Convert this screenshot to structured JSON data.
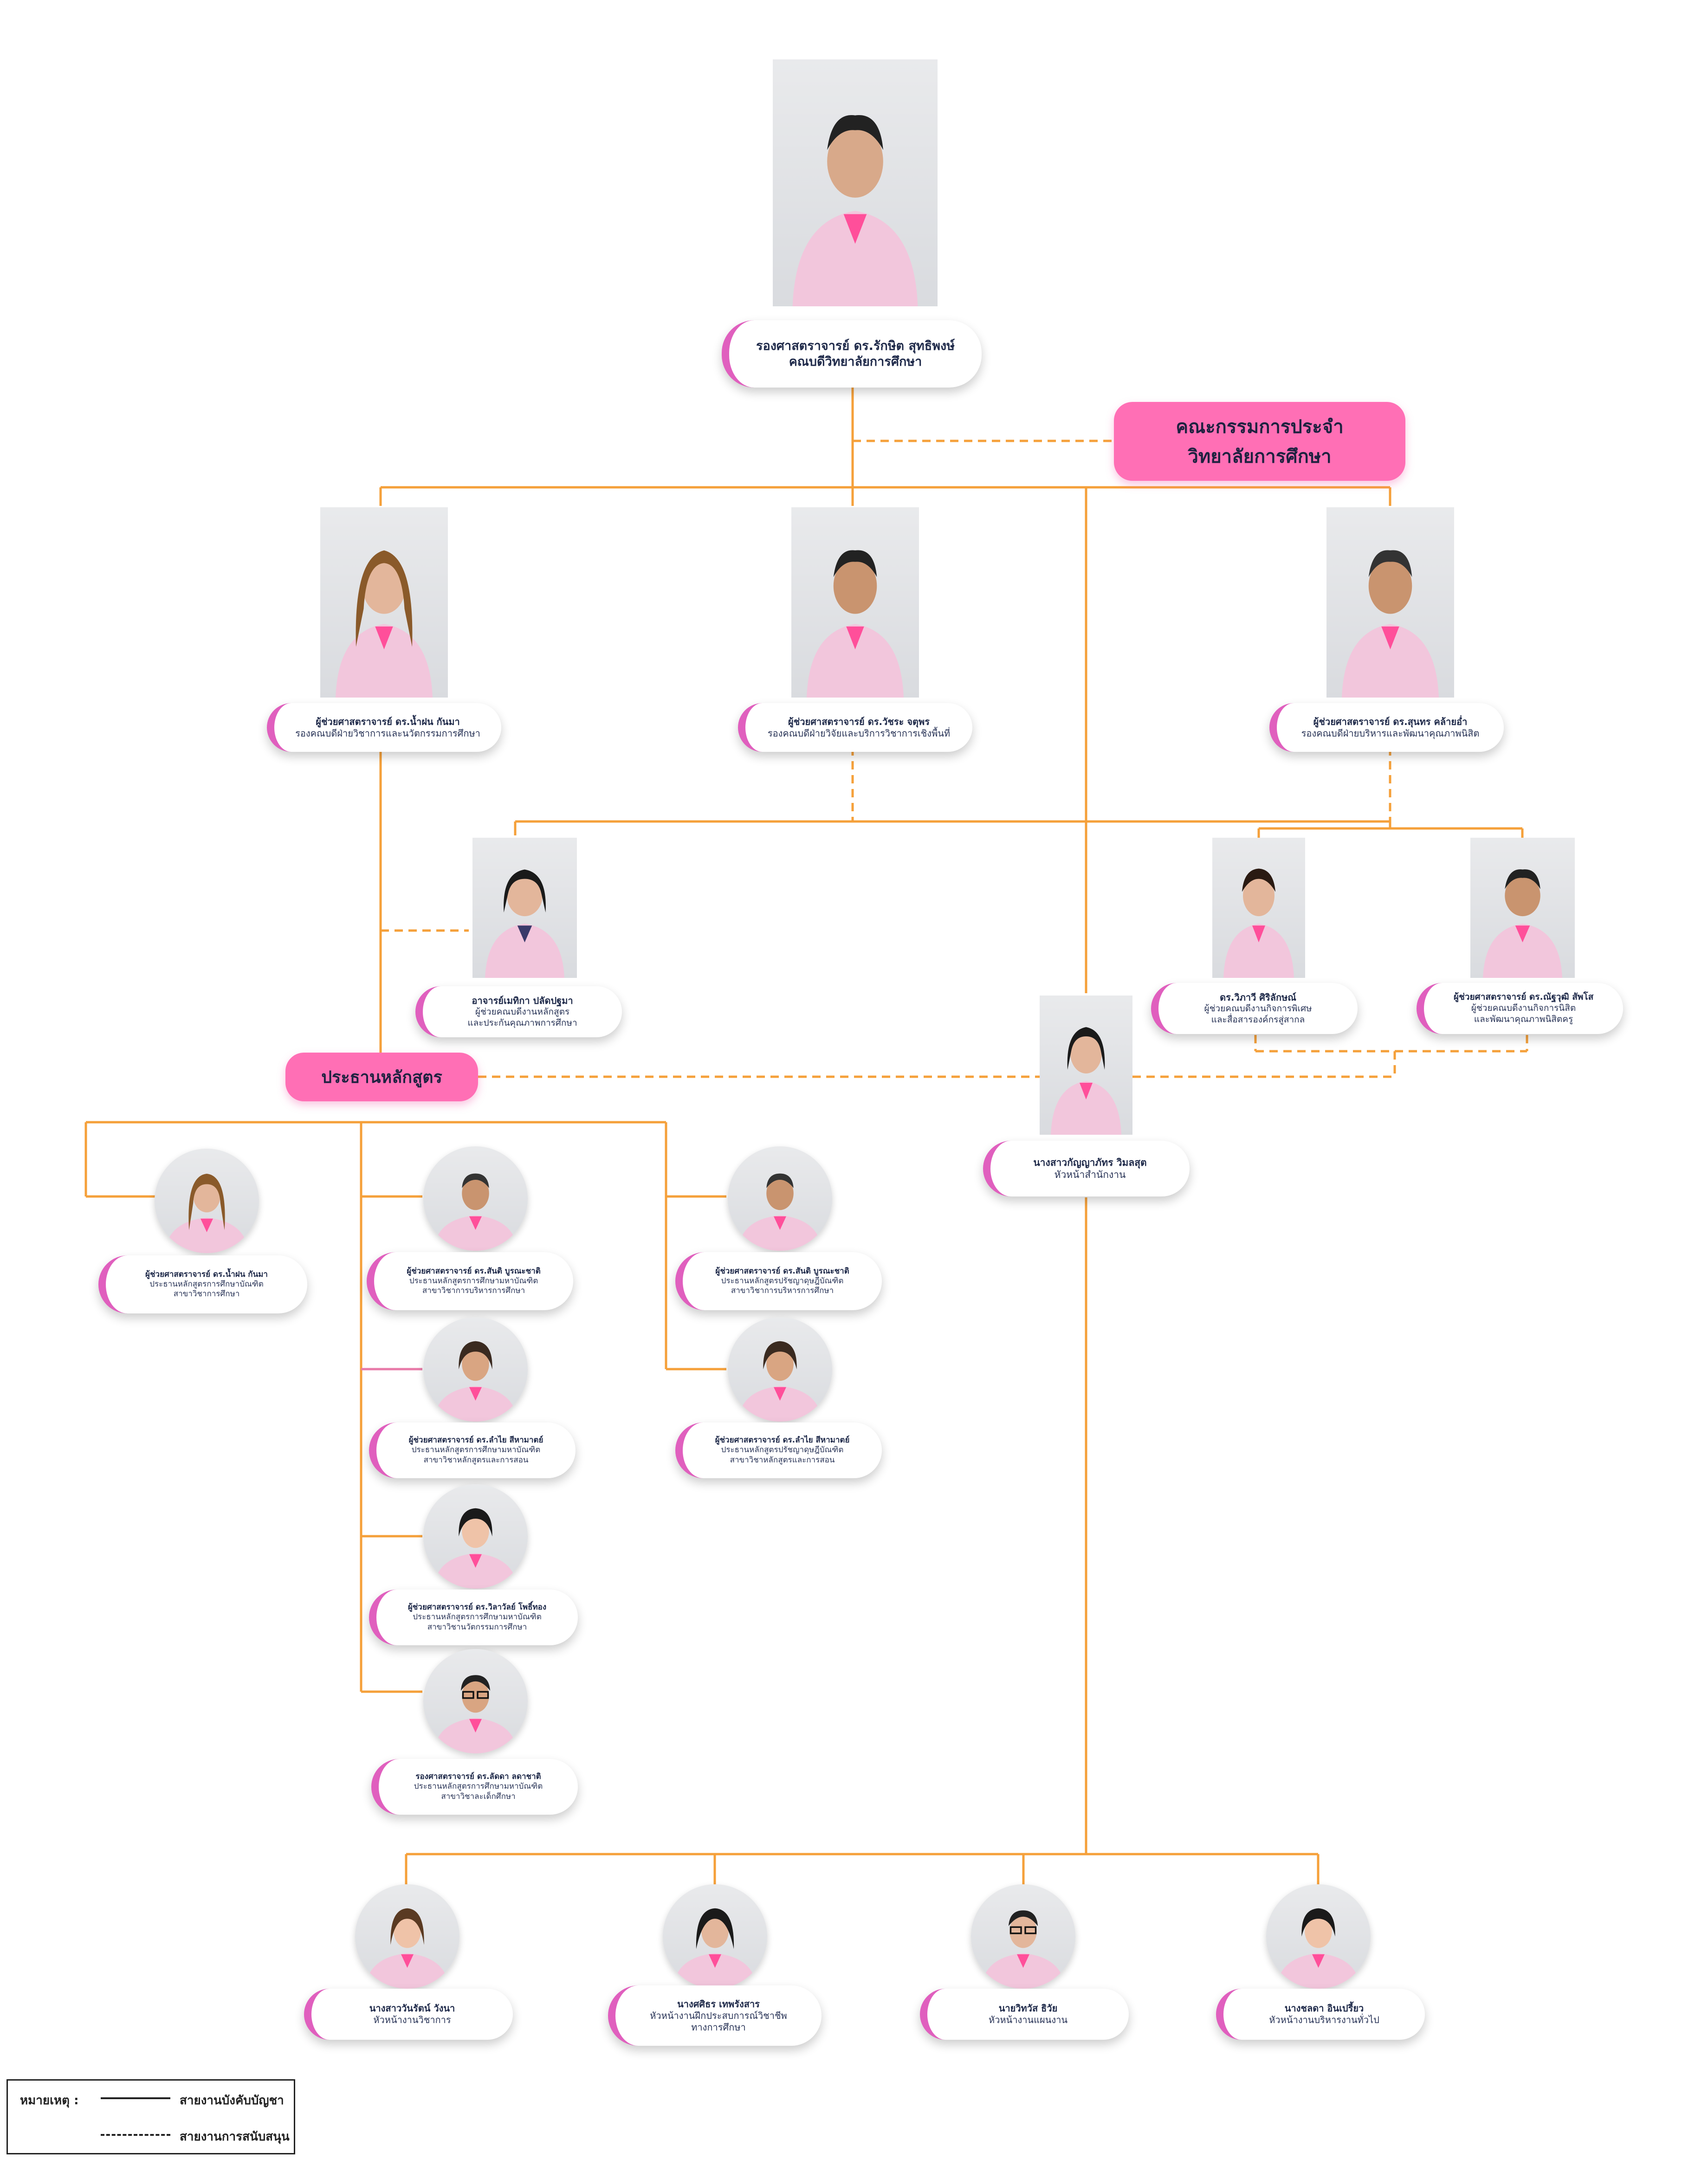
{
  "colors": {
    "line": "#f5a03a",
    "accent_pink": "#ff6fb5",
    "card_edge": "#e05fbe",
    "jacket": "#f2c6dc"
  },
  "committee": {
    "line1": "คณะกรรมการประจำ",
    "line2": "วิทยาลัยการศึกษา"
  },
  "curriculum_head_label": "ประธานหลักสูตร",
  "dean": {
    "name": "รองศาสตราจารย์ ดร.รักษิต สุทธิพงษ์",
    "role": "คณบดีวิทยาลัยการศึกษา"
  },
  "deputies": [
    {
      "name": "ผู้ช่วยศาสตราจารย์ ดร.น้ำฝน กันมา",
      "role": "รองคณบดีฝ่ายวิชาการและนวัตกรรมการศึกษา"
    },
    {
      "name": "ผู้ช่วยศาสตราจารย์ ดร.วัชระ จตุพร",
      "role": "รองคณบดีฝ่ายวิจัยและบริการวิชาการเชิงพื้นที่"
    },
    {
      "name": "ผู้ช่วยศาสตราจารย์ ดร.สุนทร คล้ายอ่ำ",
      "role": "รองคณบดีฝ่ายบริหารและพัฒนาคุณภาพนิสิต"
    }
  ],
  "assistants": [
    {
      "name": "อาจารย์เมทิกา ปลัดปฐมา",
      "role1": "ผู้ช่วยคณบดีงานหลักสูตร",
      "role2": "และประกันคุณภาพการศึกษา"
    },
    {
      "name": "ดร.วิภาวี ศิริลักษณ์",
      "role1": "ผู้ช่วยคณบดีงานกิจการพิเศษ",
      "role2": "และสื่อสารองค์กรสู่สากล"
    },
    {
      "name": "ผู้ช่วยศาสตราจารย์ ดร.ณัฐวุฒิ สัพโส",
      "role1": "ผู้ช่วยคณบดีงานกิจการนิสิต",
      "role2": "และพัฒนาคุณภาพนิสิตครู"
    }
  ],
  "office_head": {
    "name": "นางสาวกัญญาภัทร วิมลสุต",
    "role": "หัวหน้าสำนักงาน"
  },
  "chairs": [
    {
      "name": "ผู้ช่วยศาสตราจารย์ ดร.น้ำฝน กันมา",
      "role1": "ประธานหลักสูตรการศึกษาบัณฑิต",
      "role2": "สาขาวิชาการศึกษา"
    },
    {
      "name": "ผู้ช่วยศาสตราจารย์ ดร.สันติ บูรณะชาติ",
      "role1": "ประธานหลักสูตรการศึกษามหาบัณฑิต",
      "role2": "สาขาวิชาการบริหารการศึกษา"
    },
    {
      "name": "ผู้ช่วยศาสตราจารย์ ดร.สันติ บูรณะชาติ",
      "role1": "ประธานหลักสูตรปรัชญาดุษฎีบัณฑิต",
      "role2": "สาขาวิชาการบริหารการศึกษา"
    },
    {
      "name": "ผู้ช่วยศาสตราจารย์ ดร.ลำไย สีหามาตย์",
      "role1": "ประธานหลักสูตรการศึกษามหาบัณฑิต",
      "role2": "สาขาวิชาหลักสูตรและการสอน"
    },
    {
      "name": "ผู้ช่วยศาสตราจารย์ ดร.ลำไย สีหามาตย์",
      "role1": "ประธานหลักสูตรปรัชญาดุษฎีบัณฑิต",
      "role2": "สาขาวิชาหลักสูตรและการสอน"
    },
    {
      "name": "ผู้ช่วยศาสตราจารย์ ดร.วิลาวัลย์ โพธิ์ทอง",
      "role1": "ประธานหลักสูตรการศึกษามหาบัณฑิต",
      "role2": "สาขาวิชานวัตกรรมการศึกษา"
    },
    {
      "name": "รองศาสตราจารย์ ดร.ลัดดา ลดาชาติ",
      "role1": "ประธานหลักสูตรการศึกษามหาบัณฑิต",
      "role2": "สาขาวิชาละเด็กศึกษา"
    }
  ],
  "staff": [
    {
      "name": "นางสาววันรัตน์ วังนา",
      "role1": "หัวหน้างานวิชาการ",
      "role2": ""
    },
    {
      "name": "นางศศิธร เทพรังสาร",
      "role1": "หัวหน้างานฝึกประสบการณ์วิชาชีพ",
      "role2": "ทางการศึกษา"
    },
    {
      "name": "นายวิทวัส ธิวัย",
      "role1": "หัวหน้างานแผนงาน",
      "role2": ""
    },
    {
      "name": "นางชลดา อินเปรี้ยว",
      "role1": "หัวหน้างานบริหารงานทั่วไป",
      "role2": ""
    }
  ],
  "legend": {
    "title": "หมายเหตุ :",
    "solid": "สายงานบังคับบัญชา",
    "dashed": "สายงานการสนับสนุน"
  }
}
